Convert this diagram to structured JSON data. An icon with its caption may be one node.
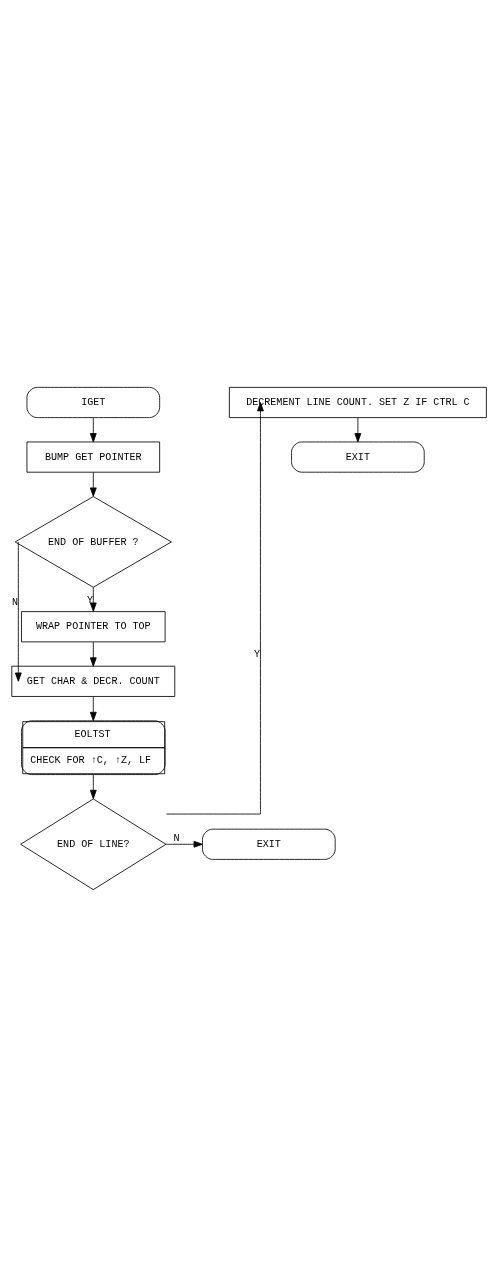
{
  "diagram": {
    "nodes": [
      {
        "text": [
          "IGET"
        ]
      },
      {
        "text": [
          "BUMP GET POINTER"
        ]
      },
      {
        "text": [
          "END OF BUFFER ?"
        ]
      },
      {
        "text": [
          "WRAP POINTER TO TOP"
        ]
      },
      {
        "text": [
          "GET CHAR & DECR. COUNT"
        ]
      },
      {
        "text": [
          "EOLTST",
          "CHECK FOR ↑C, ↑Z, LF"
        ]
      },
      {
        "text": [
          "END OF LINE?"
        ]
      },
      {
        "text": [
          "EXIT"
        ]
      },
      {
        "text": [
          "DECREMENT LINE COUNT. SET Z IF CTRL C"
        ]
      },
      {
        "text": [
          "EXIT"
        ]
      }
    ],
    "edges": [
      {
        "from": 0,
        "to": 1,
        "arrow": "to"
      },
      {
        "from": 1,
        "to": 2,
        "arrow": "to"
      },
      {
        "from": 2,
        "to": 3,
        "arrow": "to",
        "label": "Y"
      },
      {
        "from": 3,
        "to": 4,
        "arrow": "to"
      },
      {
        "from": 2,
        "to": 4,
        "arrow": "to",
        "label": "N"
      },
      {
        "from": 4,
        "to": 5,
        "arrow": "to"
      },
      {
        "from": 5,
        "to": 6,
        "arrow": "to"
      },
      {
        "from": 6,
        "to": 7,
        "arrow": "to",
        "label": "N"
      },
      {
        "from": 6,
        "to": 8,
        "arrow": "to",
        "label": "Y"
      },
      {
        "from": 8,
        "to": 9,
        "arrow": "to"
      }
    ]
  }
}
